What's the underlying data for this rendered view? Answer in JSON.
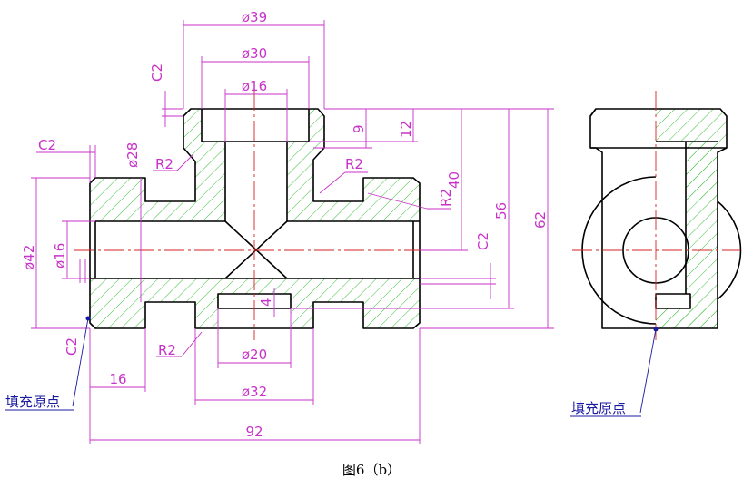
{
  "caption": "图6（b）",
  "dimensions": {
    "d39": "ø39",
    "d30": "ø30",
    "d16_top": "ø16",
    "c2_top": "C2",
    "d28": "ø28",
    "c2_left": "C2",
    "r2_a": "R2",
    "r2_b": "R2",
    "r2_c": "R2",
    "r2_d": "R2",
    "h9": "9",
    "h12": "12",
    "h40": "40",
    "h56": "56",
    "h62": "62",
    "c2_right": "C2",
    "d42": "ø42",
    "d16_left": "ø16",
    "c2_lower": "C2",
    "h4": "4",
    "d20": "ø20",
    "d32": "ø32",
    "w16": "16",
    "w92": "92"
  },
  "annotations": {
    "fill_origin_left": "填充原点",
    "fill_origin_right": "填充原点"
  },
  "colors": {
    "outline": "#000000",
    "hatch": "#3cbe3c",
    "centerline": "#d42020",
    "dimension": "#c832c8",
    "leader": "#1a1aa0"
  }
}
